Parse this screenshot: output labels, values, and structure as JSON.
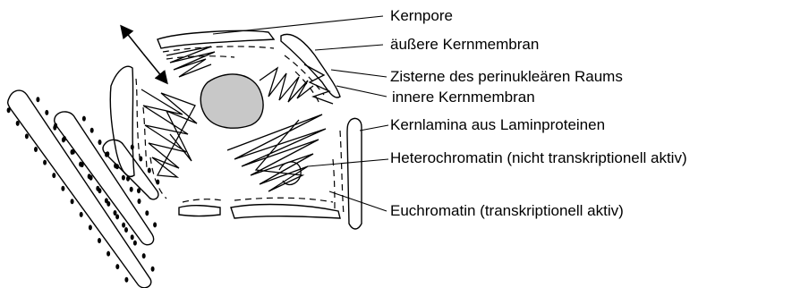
{
  "labels": {
    "kernpore": "Kernpore",
    "aeussere_kernmembran": "äußere Kernmembran",
    "zisterne": "Zisterne des perinukleären Raums",
    "innere_kernmembran": "innere Kernmembran",
    "kernlamina": "Kernlamina aus Laminproteinen",
    "heterochromatin": "Heterochromatin (nicht transkriptionell aktiv)",
    "euchromatin": "Euchromatin (transkriptionell aktiv)"
  },
  "colors": {
    "line": "#000000",
    "nucleolus": "#c8c8c8",
    "background": "#ffffff"
  }
}
